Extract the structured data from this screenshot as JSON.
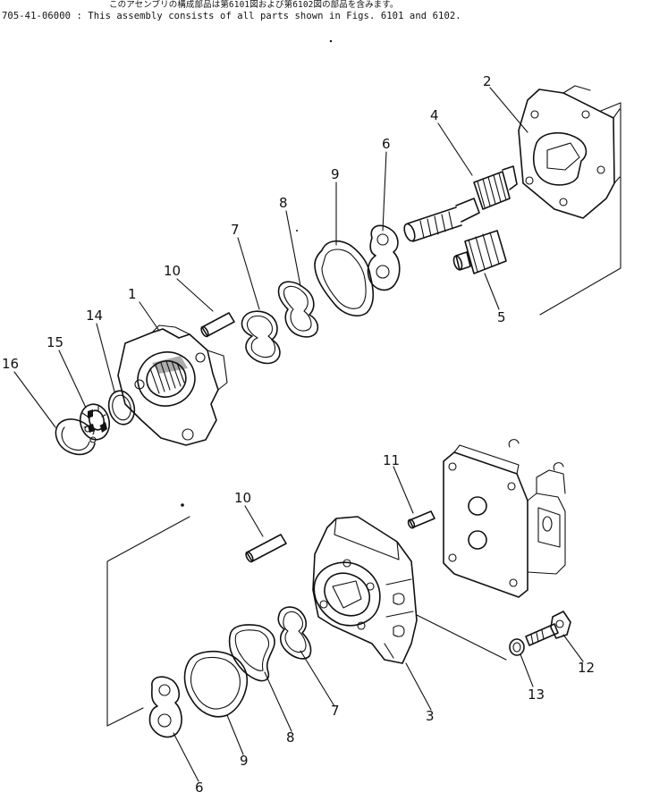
{
  "header": {
    "japanese_note": "このアセンブリの構成部品は第6101図および第6102図の部品を含みます。",
    "english_note": "705-41-06000 : This assembly consists of all parts shown in Figs. 6101 and 6102."
  },
  "callouts": {
    "c1": "1",
    "c2": "2",
    "c3": "3",
    "c4": "4",
    "c5": "5",
    "c6a": "6",
    "c6b": "6",
    "c7a": "7",
    "c7b": "7",
    "c8a": "8",
    "c8b": "8",
    "c9a": "9",
    "c9b": "9",
    "c10a": "10",
    "c10b": "10",
    "c11": "11",
    "c12": "12",
    "c13": "13",
    "c14": "14",
    "c15": "15",
    "c16": "16"
  },
  "colors": {
    "ink": "#111111",
    "paper": "#ffffff"
  }
}
